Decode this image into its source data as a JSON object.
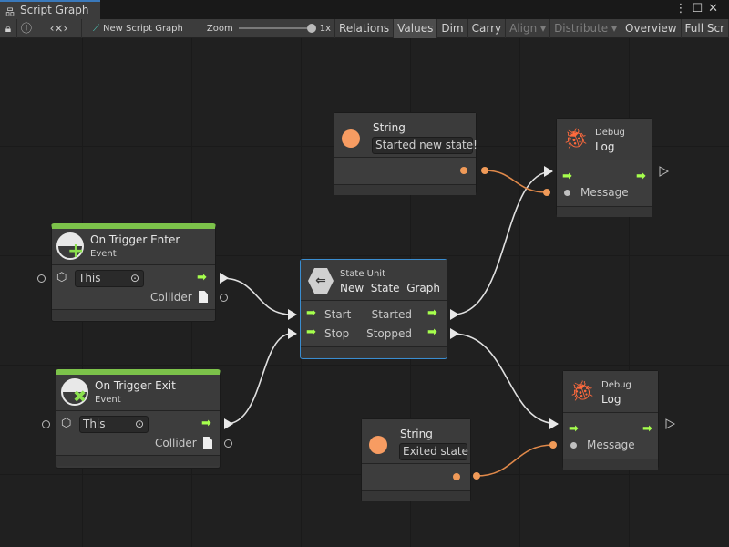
{
  "window": {
    "tab_title": "Script Graph"
  },
  "toolbar": {
    "graph_name": "New Script Graph",
    "zoom_label": "Zoom",
    "zoom_value": "1x",
    "zoom_level": 1.0,
    "buttons": [
      "Relations",
      "Values",
      "Dim",
      "Carry",
      "Align",
      "Distribute",
      "Overview",
      "Full Scr"
    ]
  },
  "colors": {
    "flow": "#a6ff4d",
    "value": "#f09a58",
    "event_bar": "#7cc24a",
    "selection": "#3a8dd0"
  },
  "nodes": {
    "string1": {
      "title": "String",
      "value": "Started new state!"
    },
    "log1": {
      "category": "Debug",
      "title": "Log",
      "message": "Message"
    },
    "enter": {
      "title": "On Trigger Enter",
      "subtitle": "Event",
      "target": "This",
      "output": "Collider"
    },
    "state": {
      "category": "State Unit",
      "title": "New  State  Graph",
      "start": "Start",
      "stop": "Stop",
      "started": "Started",
      "stopped": "Stopped"
    },
    "exit": {
      "title": "On Trigger Exit",
      "subtitle": "Event",
      "target": "This",
      "output": "Collider"
    },
    "log2": {
      "category": "Debug",
      "title": "Log",
      "message": "Message"
    },
    "string2": {
      "title": "String",
      "value": "Exited state"
    }
  }
}
